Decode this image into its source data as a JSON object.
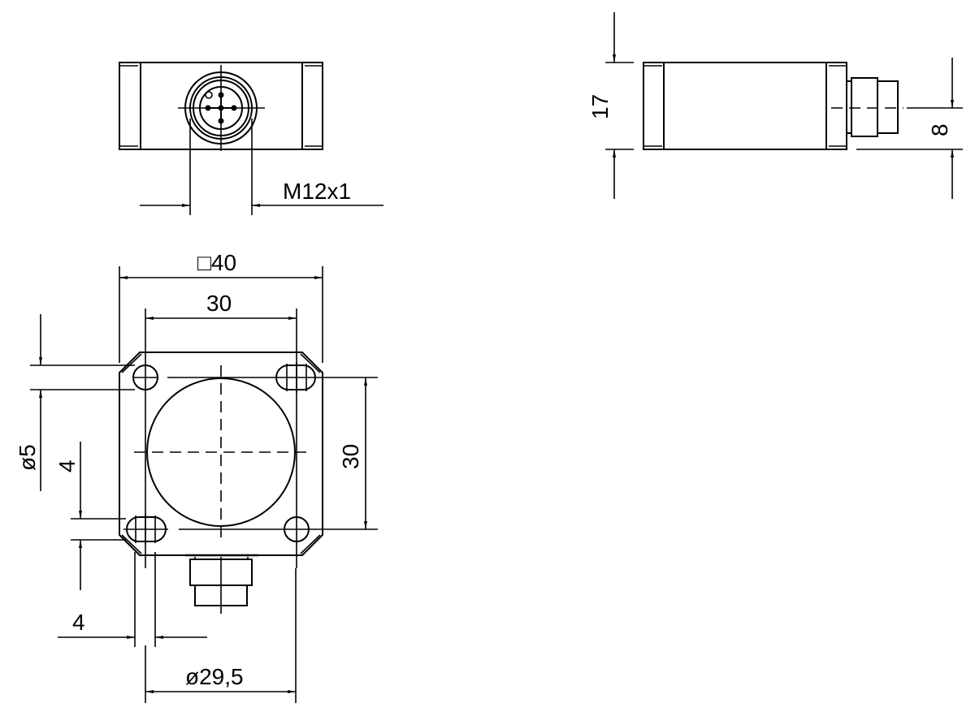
{
  "drawing": {
    "title": "Inductive sensor dimension drawing",
    "views": {
      "front_connector_view": {
        "thread_label": "M12x1"
      },
      "side_view": {
        "height_label": "17",
        "connector_offset_label": "8"
      },
      "top_view": {
        "outer_width_label": "□40",
        "hole_spacing_horizontal_label": "30",
        "hole_spacing_vertical_label": "30",
        "hole_diameter_label": "ø5",
        "slot_width_label": "4",
        "slot_offset_label": "4",
        "sensing_face_diameter_label": "ø29,5"
      }
    },
    "colors": {
      "line": "#000000",
      "background": "#ffffff"
    }
  }
}
